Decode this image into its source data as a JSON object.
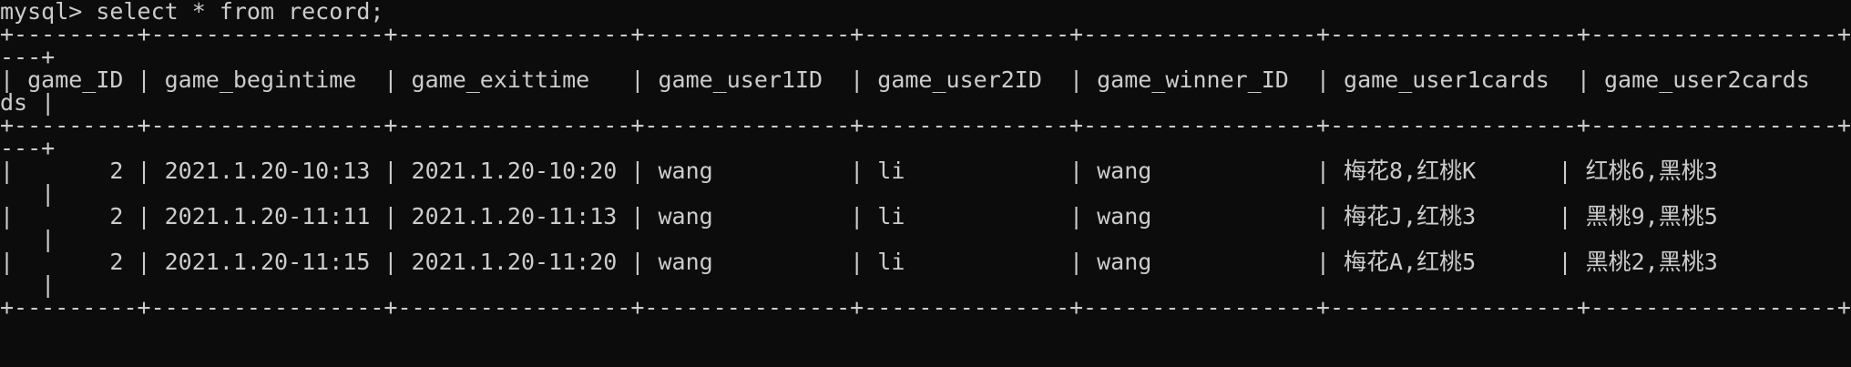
{
  "terminal": {
    "lines": [
      "mysql> select * from record;",
      "+---------+-----------------+-----------------+---------------+---------------+-----------------+------------------+------------------+",
      "---+",
      "| game_ID | game_begintime  | game_exittime   | game_user1ID  | game_user2ID  | game_winner_ID  | game_user1cards  | game_user2cards",
      "ds |",
      "+---------+-----------------+-----------------+---------------+---------------+-----------------+------------------+------------------+",
      "---+",
      "|       2 | 2021.1.20-10:13 | 2021.1.20-10:20 | wang          | li            | wang            | 梅花8,红桃K      | 红桃6,黑桃3",
      "   |",
      "|       2 | 2021.1.20-11:11 | 2021.1.20-11:13 | wang          | li            | wang            | 梅花J,红桃3      | 黑桃9,黑桃5",
      "   |",
      "|       2 | 2021.1.20-11:15 | 2021.1.20-11:20 | wang          | li            | wang            | 梅花A,红桃5      | 黑桃2,黑桃3",
      "   |",
      "+---------+-----------------+-----------------+---------------+---------------+-----------------+------------------+------------------+"
    ]
  },
  "colors": {
    "background": "#0c0c0c",
    "text": "#cccccc"
  }
}
